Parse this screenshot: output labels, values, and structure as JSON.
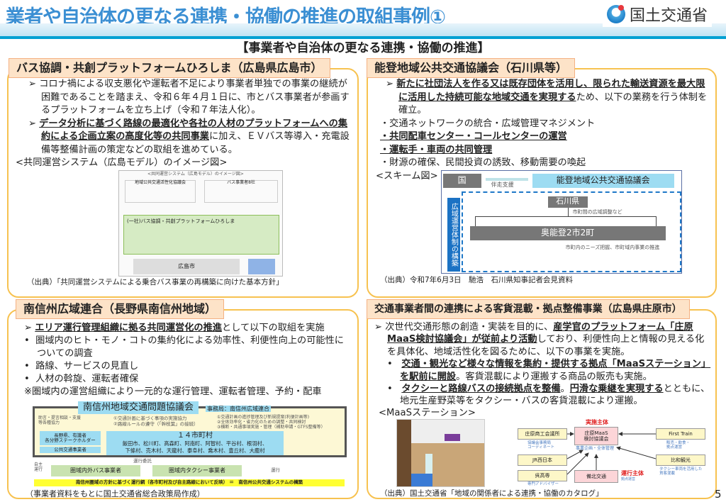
{
  "header": {
    "title": "業者や自治体の更なる連携・協働の推進の取組事例①",
    "logo_text": "国土交通省",
    "section_title": "【事業者や自治体の更なる連携・協働の推進】"
  },
  "hiroshima": {
    "title": "バス協調・共創プラットフォームひろしま（広島県広島市）",
    "b1": "コロナ禍による収支悪化や運転者不足により事業者単独での事業の継続が困難であることを踏まえ、令和６年４月１日に、市とバス事業者が参画するプラットフォームを立ち上げ（令和７年法人化）。",
    "b2_bold": "データ分析に基づく路線の最適化や各社の人材のプラットフォームへの集約による企画立案の高度化等の共同事業",
    "b2_rest": "に加え、ＥＶバス等導入・充電設備等整備計画の策定などの取組を進めている。",
    "caption": "<共同運営システム（広島モデル）のイメージ図>",
    "diagram": {
      "title": "<共同運営システム（広島モデル）のイメージ図>",
      "council": "地域公共交通活性化協議会",
      "operators": "バス事業者8社",
      "platform": "(一社)バス協調・共創プラットフォームひろしま",
      "city": "広島市"
    },
    "source": "（出典）「共同運営システムによる乗合バス事業の再構築に向けた基本方針」"
  },
  "noto": {
    "title": "能登地域公共交通協議会（石川県等）",
    "b1_bold": "新たに社団法人を作る又は既存団体を活用し、限られた輸送資源を最大限に活用した持続可能な地域交通を実現する",
    "b1_rest": "ため、以下の業務を行う体制を確立。",
    "items": [
      "・交通ネットワークの統合・広域管理マネジメント",
      "・共同配車センター・コールセンターの運営",
      "・運転手・車両の共同管理",
      "・財源の確保、民間投資の誘致、移動需要の喚起"
    ],
    "caption": "<スキーム図>",
    "scheme": {
      "country": "国",
      "support": "伴走支援",
      "council": "能登地域公共交通協議会",
      "vertical": "広域運営体制の構築",
      "pref": "石川県",
      "pref_note": "市町間の広域調整など",
      "towns": "奥能登2市2町",
      "towns_note": "市町内のニーズ把握、市町域内事業の推進"
    },
    "source": "（出典）令和7年6月3日　馳浩　石川県知事記者会見資料"
  },
  "minami": {
    "title": "南信州広域連合（長野県南信州地域）",
    "b1_bold": "エリア運行管理組織に拠る共同運営化の推進",
    "b1_rest": "として以下の取組を実施",
    "items": [
      "圏域内のヒト・モノ・コトの集約化による効率性、利便性向上の可能性についての調査",
      "路線、サービスの見直し",
      "人材の斡旋、運転者確保"
    ],
    "note": "※圏域内の運営組織により一元的な運行管理、運転者管理、予約・配車",
    "diagram": {
      "council": "南信州地域交通問題協議会",
      "office": "事務局：南信州広域連合",
      "advice": "助言・提言相談・支援等各種協力",
      "support": "①交通計画に基づく事項の実施協力\n②路線ルールの遵守（「幹枝葉」の接続）",
      "tasks": "①交通計画の進捗管理及び新規提案(利便計画等)\n②全体効率化・省力化のための調整・共同検討\n③横断・共通事項実施・管理（補助申請・GTFS整備等）",
      "stake": "長野県、有識者\n各分野ステークホルダー",
      "public": "公共交通事業者",
      "munis_title": "１４市町村",
      "munis": "飯田市、松川町、高森町、阿南町、阿智村、平谷村、根羽村、\n下條村、売木村、天龍村、泰阜村、喬木村、豊丘村、大鹿村",
      "self": "自主運行",
      "consign": "運行委託",
      "operate": "運行",
      "bus": "圏域内外バス事業者",
      "taxi": "圏域内タクシー事業者",
      "result": "南信州圏域の方針に基づく運行網（各市町村及び自主路線において反映） ＝　南信州公共交通システムの構築"
    },
    "source": "（事業者資料をもとに国土交通省総合政策局作成）"
  },
  "shobara": {
    "title": "交通事業者間の連携による客貨混載・拠点整備事業（広島県庄原市）",
    "b1_pre": "次世代交通形態の創造・実装を目的に、",
    "b1_bold": "産学官のプラットフォーム「庄原MaaS検討協議会」が従前より活動",
    "b1_rest": "しており、利便性向上と情報の見える化を具体化、地域活性化を図るために、以下の事業を実施。",
    "s1_bold": "交通・観光など様々な情報を集約・提供する拠点「MaaSステーション」を駅前に開設",
    "s1_rest": "。客貨混載により運搬する商品の販売も実施。",
    "s2_bold1": "タクシーと路線バスの接続拠点を整備",
    "s2_mid": "。",
    "s2_bold2": "円滑な乗継を実現する",
    "s2_rest": "とともに、地元生産野菜等をタクシー・バスの客貨混載により運搬。",
    "caption": "<MaaSステーション>",
    "diagram": {
      "impl": "実施主体",
      "center": "庄原MaaS\n検討協議会",
      "center_note": "事業企画・全体管理",
      "chamber": "庄原商工会議所",
      "chamber_note": "協議会事務局\nコーディネート",
      "jr": "JR西日本",
      "kure": "呉高専",
      "kure_note": "専門アドバイザー",
      "ft": "First Train",
      "ft_note": "販売・飲食・\n拠点運営",
      "hiwa": "比和観光",
      "hiwa_note": "タクシー車両を活用した\n貨客混載",
      "bihoku": "備北交通",
      "op": "運行主体",
      "op_note": "拠点運営"
    },
    "source": "（出典）国土交通省「地域の関係者による連携・協働のカタログ」"
  },
  "page_number": "5"
}
